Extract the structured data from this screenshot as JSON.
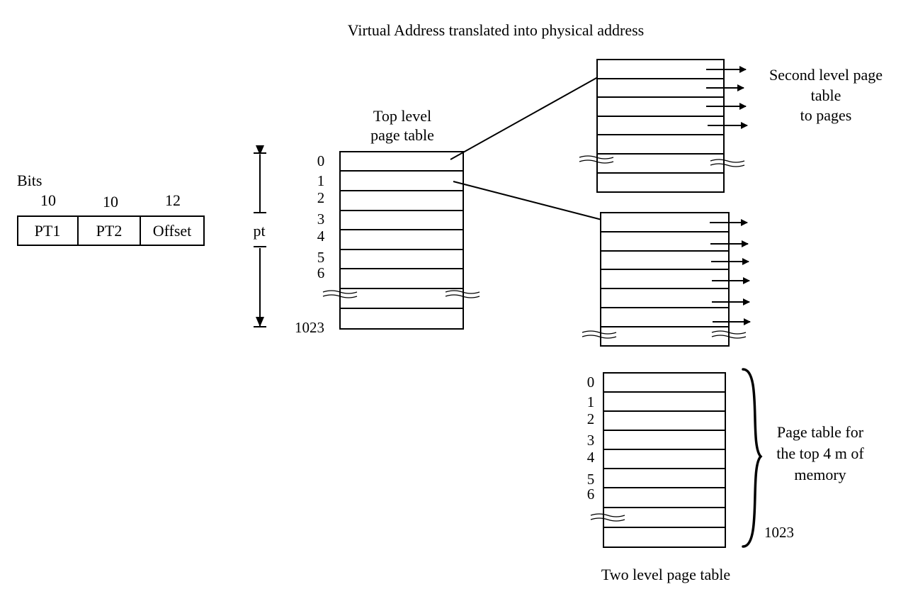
{
  "title": "Virtual Address translated into physical address",
  "caption": "Two level page table",
  "address_format": {
    "bits_label": "Bits",
    "fields": [
      {
        "bits": "10",
        "name": "PT1"
      },
      {
        "bits": "10",
        "name": "PT2"
      },
      {
        "bits": "12",
        "name": "Offset"
      }
    ]
  },
  "pt_label": "pt",
  "top_level_table": {
    "title_line1": "Top level",
    "title_line2": "page table",
    "indices": [
      "0",
      "1",
      "2",
      "3",
      "4",
      "5",
      "6",
      "1023"
    ]
  },
  "second_level": {
    "label_line1": "Second level page",
    "label_line2": "table",
    "label_line3": "to pages"
  },
  "bottom_table": {
    "indices": [
      "0",
      "1",
      "2",
      "3",
      "4",
      "5",
      "6",
      "1023"
    ],
    "label_line1": "Page table for",
    "label_line2": "the top 4 m of",
    "label_line3": "memory"
  },
  "colors": {
    "ink": "#000000",
    "background": "#ffffff"
  }
}
